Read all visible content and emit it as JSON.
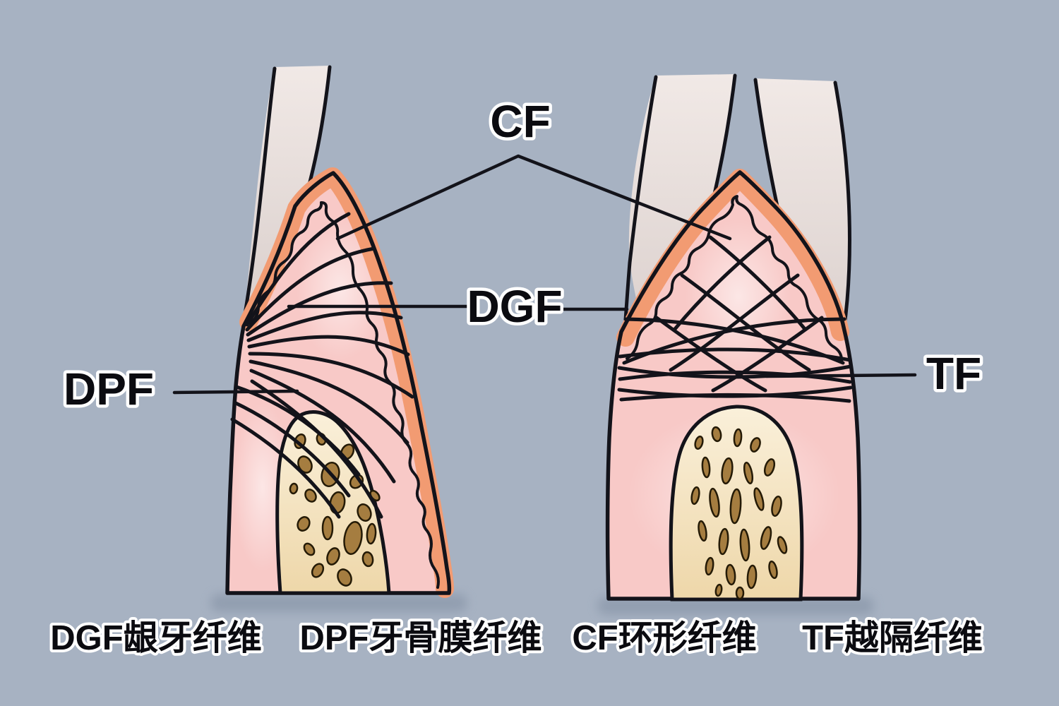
{
  "figure": {
    "description": "Dental diagram of gingival fiber groups around tooth roots",
    "labels": {
      "cf": "CF",
      "dgf": "DGF",
      "dpf": "DPF",
      "tf": "TF"
    },
    "captions": [
      {
        "id": "dgf",
        "text": "DGF龈牙纤维"
      },
      {
        "id": "dpf",
        "text": "DPF牙骨膜纤维"
      },
      {
        "id": "cf",
        "text": "CF环形纤维"
      },
      {
        "id": "tf",
        "text": "TF越隔纤维"
      }
    ],
    "colors": {
      "background": "#a7b2c2",
      "line": "#13131a",
      "gum_pink": "#f8c9c7",
      "gum_highlight": "#ffffff",
      "salmon": "#f29b72",
      "tooth_light": "#f1e9e6",
      "tooth_dark": "#d9cecb",
      "bone_light": "#faf0da",
      "bone_dark": "#eed7a9",
      "marrow": "#a57d40",
      "marrow_outline": "#241a06",
      "shadow": "#8593a6",
      "label_text": "#0b0b10",
      "label_halo": "#ffffff"
    }
  }
}
